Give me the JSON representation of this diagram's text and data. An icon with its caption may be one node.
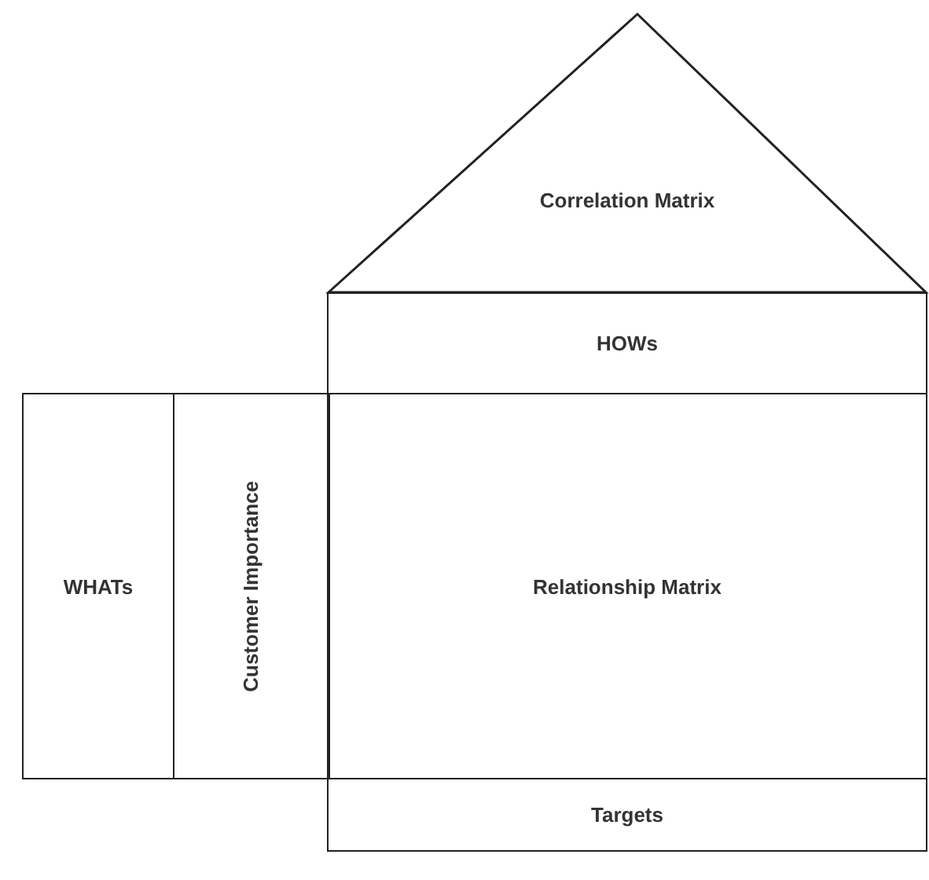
{
  "diagram": {
    "nodes": [
      {
        "text": [
          "Correlation Matrix"
        ]
      },
      {
        "text": [
          "HOWs"
        ]
      },
      {
        "text": [
          "WHATs"
        ]
      },
      {
        "text": [
          "Customer Importance"
        ]
      },
      {
        "text": [
          "Relationship Matrix"
        ]
      },
      {
        "text": [
          "Targets"
        ]
      }
    ]
  }
}
